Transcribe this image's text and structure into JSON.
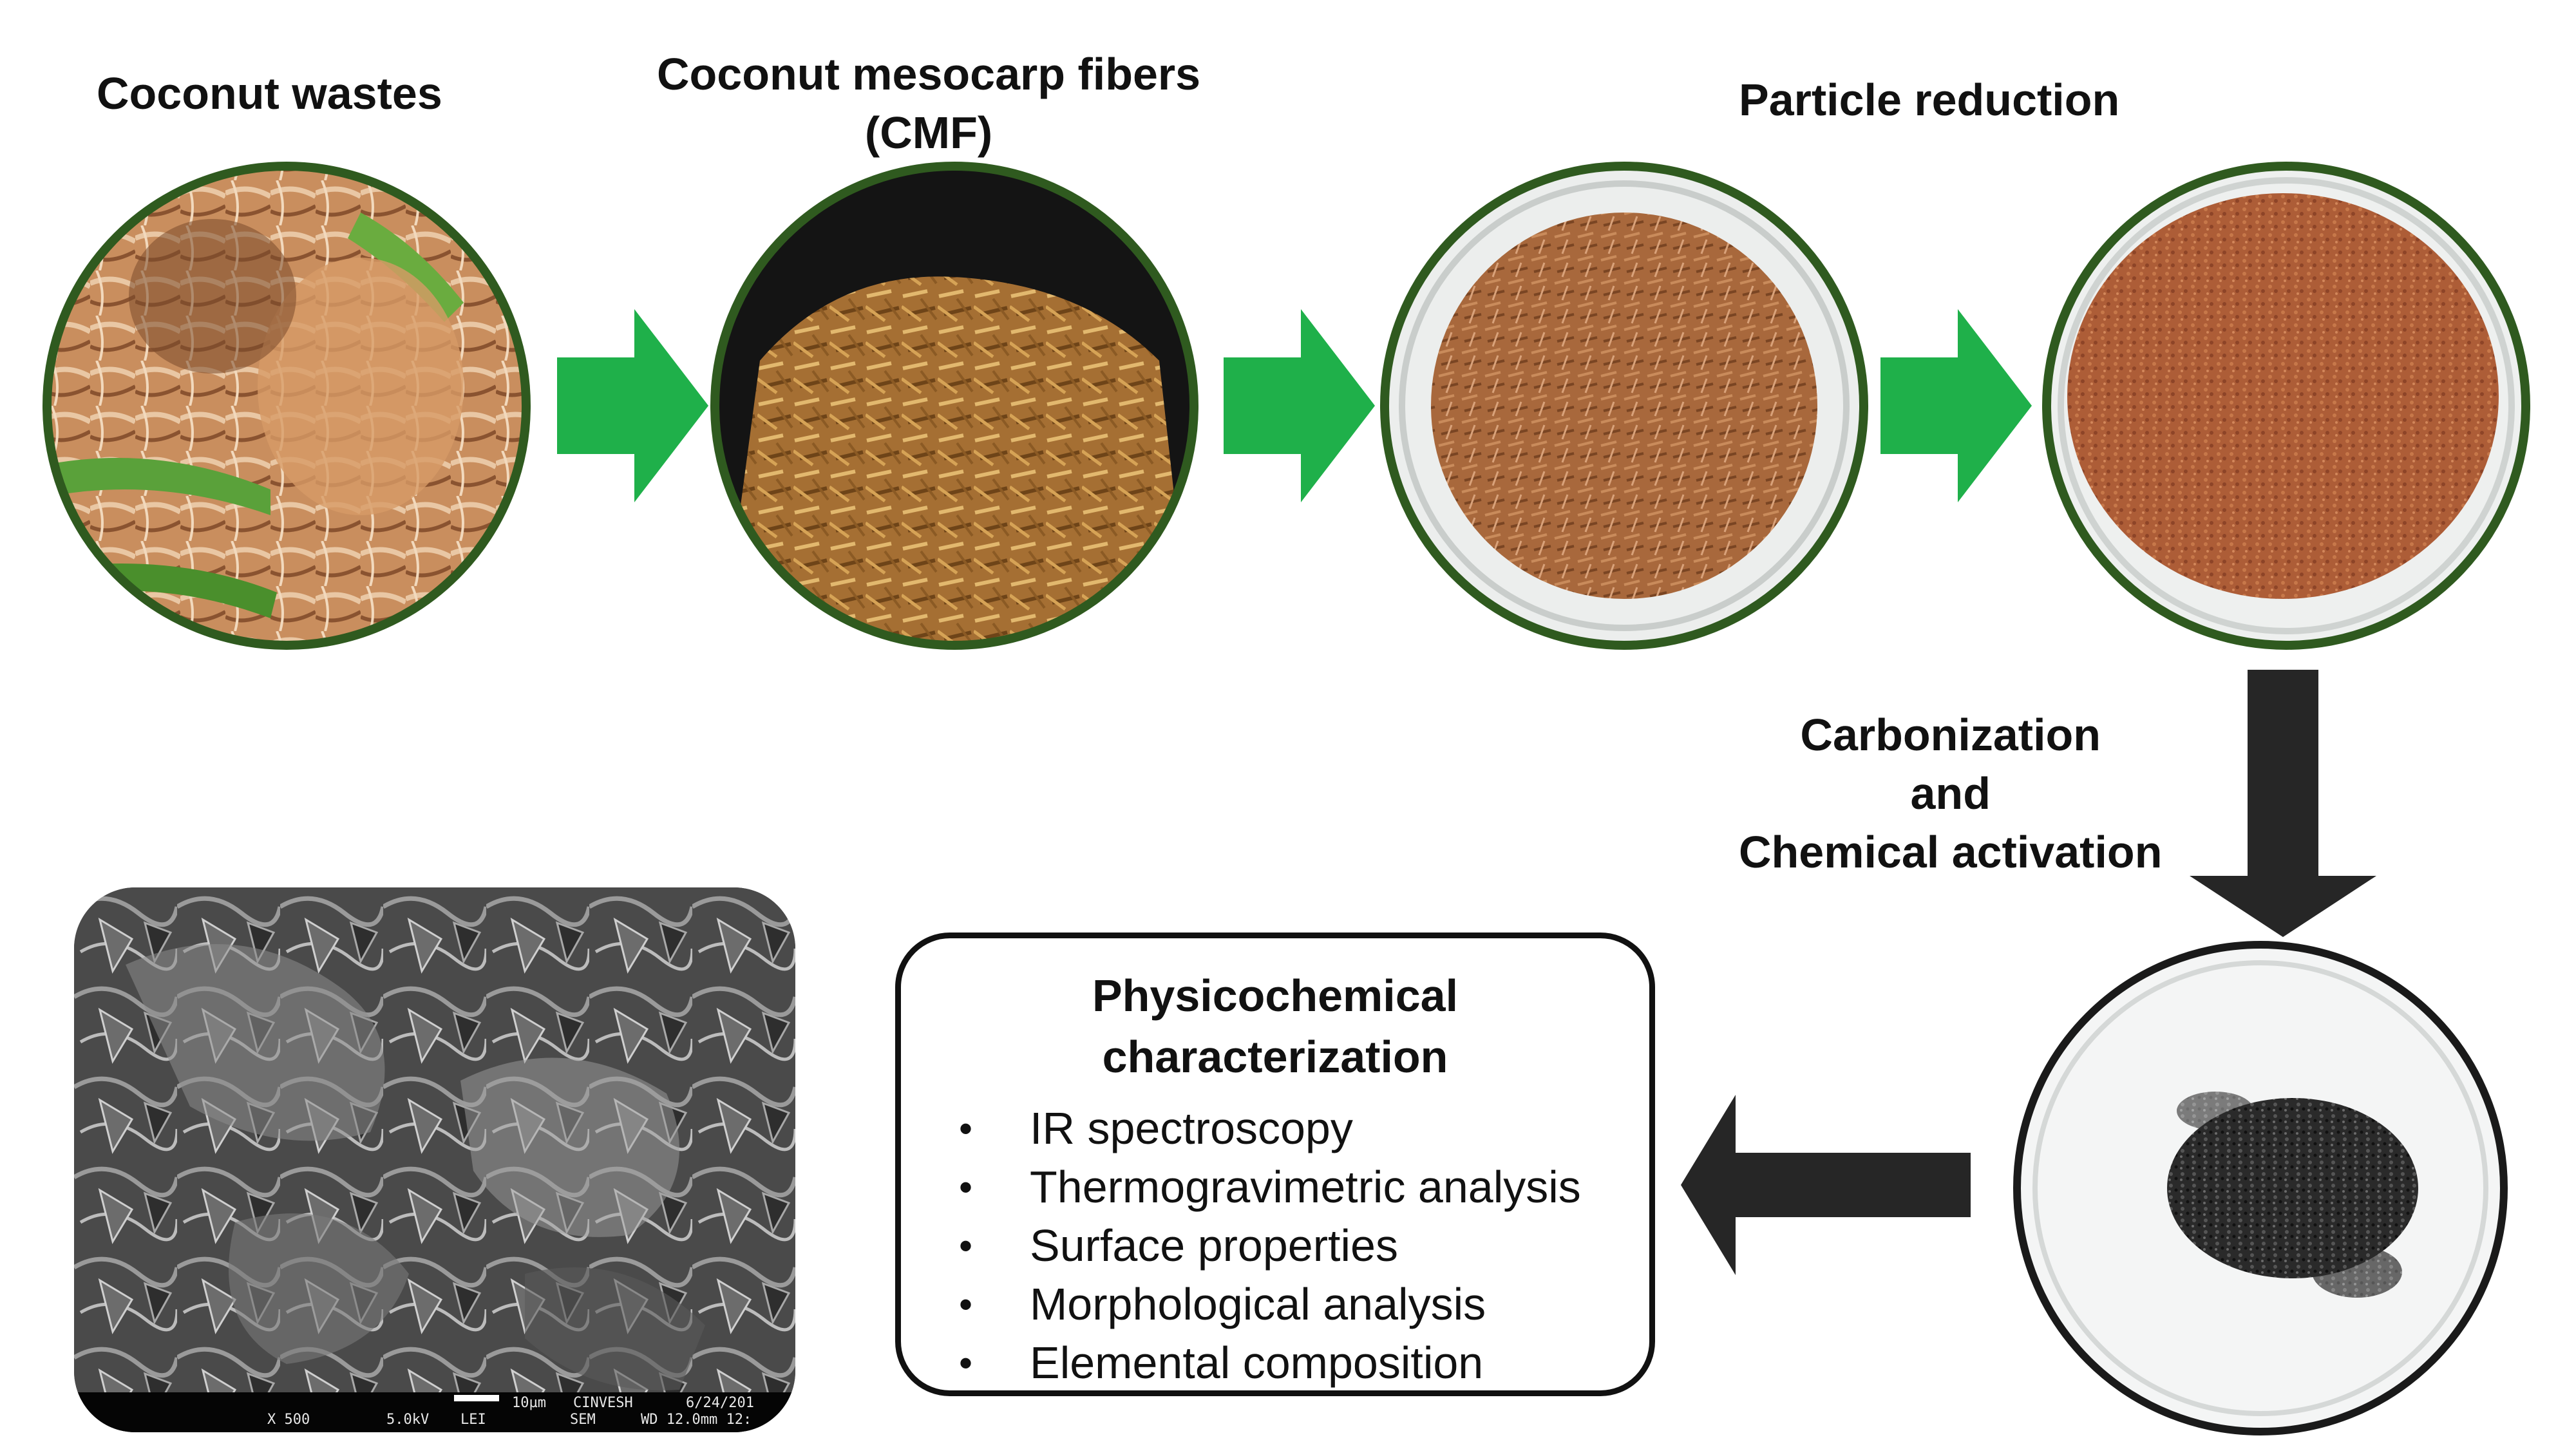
{
  "steps": {
    "coconut_wastes": "Coconut wastes",
    "cmf_line1": "Coconut mesocarp fibers",
    "cmf_line2": "(CMF)",
    "particle_reduction": "Particle reduction",
    "carbonization_line1": "Carbonization",
    "carbonization_line2": "and",
    "carbonization_line3": "Chemical activation"
  },
  "characterization": {
    "title_line1": "Physicochemical",
    "title_line2": "characterization",
    "bullet": "•",
    "items": [
      "IR spectroscopy",
      "Thermogravimetric analysis",
      "Surface properties",
      "Morphological analysis",
      "Elemental composition"
    ]
  },
  "sem_info": {
    "magnification": "X 500",
    "voltage": "5.0kV",
    "detector": "LEI",
    "mode": "SEM",
    "scale": "10µm",
    "institution": "CINVESH",
    "date": "6/24/201",
    "working_distance": "WD 12.0mm 12:"
  },
  "colors": {
    "circle_border": "#2f5a1f",
    "green_arrow": "#1fb04a",
    "dark_arrow": "#262626"
  }
}
